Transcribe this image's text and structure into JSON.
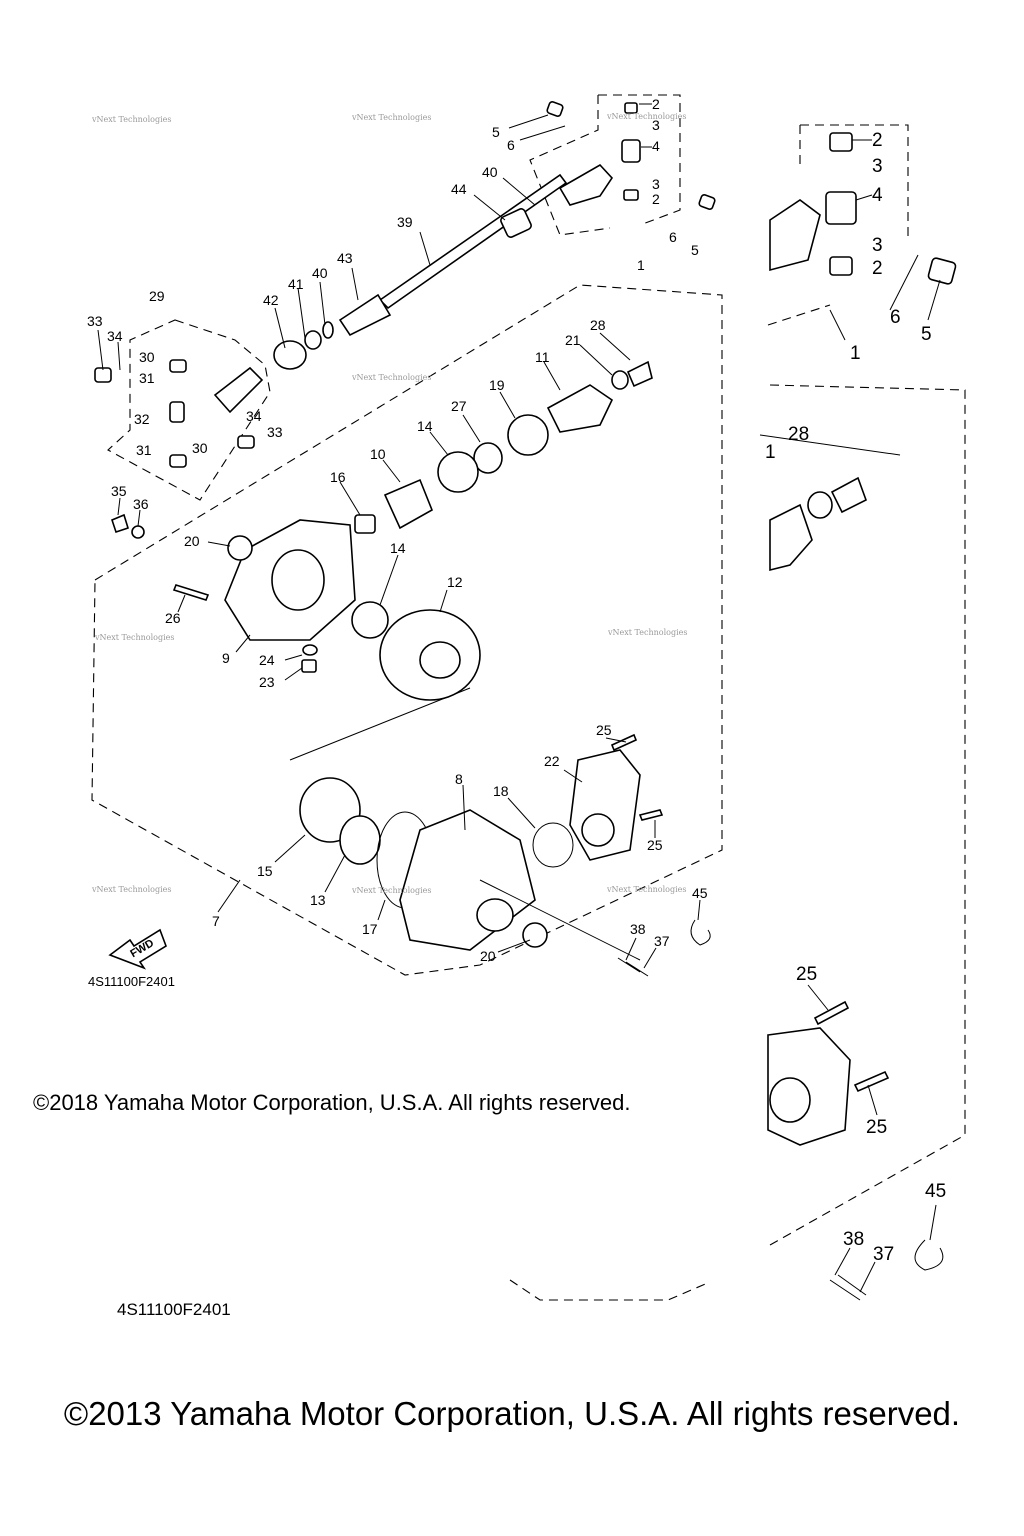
{
  "diagram": {
    "part_code": "4S11100F2401",
    "fwd_label": "FWD",
    "watermark": "vNext Technologies",
    "copyright_2018": "©2018 Yamaha Motor Corporation, U.S.A. All rights reserved.",
    "copyright_2013": "©2013 Yamaha Motor Corporation, U.S.A. All rights reserved."
  },
  "callouts": {
    "c1": "1",
    "c2": "2",
    "c3": "3",
    "c4": "4",
    "c5": "5",
    "c6": "6",
    "c7": "7",
    "c8": "8",
    "c9": "9",
    "c10": "10",
    "c11": "11",
    "c12": "12",
    "c13": "13",
    "c14": "14",
    "c15": "15",
    "c16": "16",
    "c17": "17",
    "c18": "18",
    "c19": "19",
    "c20": "20",
    "c21": "21",
    "c22": "22",
    "c23": "23",
    "c24": "24",
    "c25": "25",
    "c26": "26",
    "c27": "27",
    "c28": "28",
    "c29": "29",
    "c30": "30",
    "c31": "31",
    "c32": "32",
    "c33": "33",
    "c34": "34",
    "c35": "35",
    "c36": "36",
    "c37": "37",
    "c38": "38",
    "c39": "39",
    "c40": "40",
    "c41": "41",
    "c42": "42",
    "c43": "43",
    "c44": "44",
    "c45": "45"
  }
}
